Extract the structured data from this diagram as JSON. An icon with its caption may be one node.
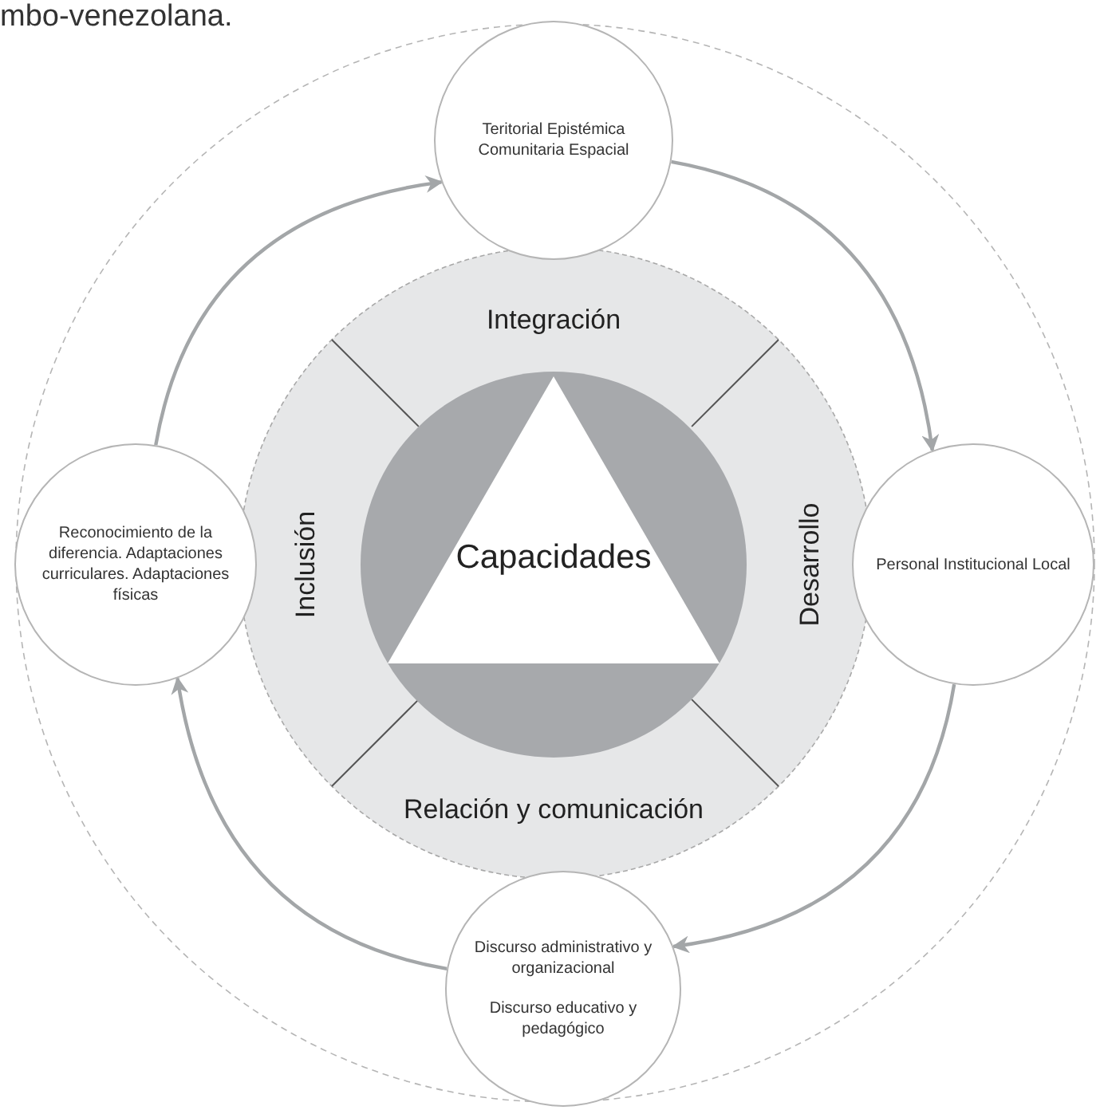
{
  "diagram": {
    "nodes": [
      {
        "text": [
          "Teritorial Epistémica Comunitaria Espacial"
        ]
      },
      {
        "text": [
          "Integración"
        ]
      },
      {
        "text": [
          "Reconocimiento de la diferencia. Adaptaciones curriculares. Adaptaciones físicas"
        ]
      },
      {
        "text": [
          "Inclusión"
        ]
      },
      {
        "text": [
          "Capacidades"
        ]
      },
      {
        "text": [
          "Desarrollo"
        ]
      },
      {
        "text": [
          "Personal Institucional Local"
        ]
      },
      {
        "text": [
          "Relación y comunicación"
        ]
      },
      {
        "text": [
          "Discurso administrativo y organizacional",
          "Discurso educativo y pedagógico"
        ]
      }
    ],
    "edges": [
      {
        "from": 2,
        "to": 0,
        "arrow": "to"
      },
      {
        "from": 0,
        "to": 6,
        "arrow": "to"
      },
      {
        "from": 6,
        "to": 8,
        "arrow": "to"
      },
      {
        "from": 8,
        "to": 2,
        "arrow": "to"
      }
    ],
    "labels": [
      "mbo-venezolana."
    ]
  }
}
